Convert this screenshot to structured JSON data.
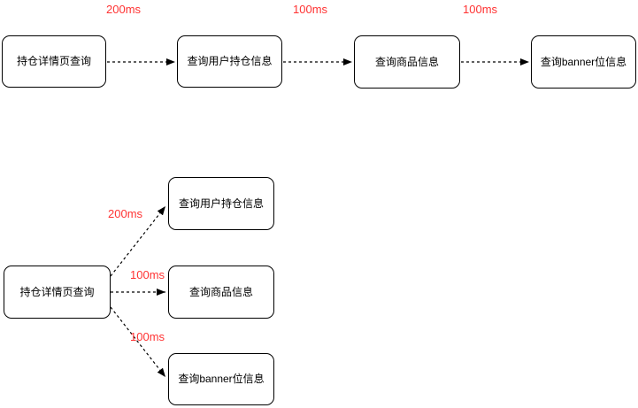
{
  "diagram": {
    "background": "#ffffff",
    "node_border_color": "#000000",
    "edge_color": "#000000",
    "latency_color": "#FF3333",
    "top_flow": {
      "description": "sequential-call-chain",
      "nodes": [
        {
          "label": "持仓详情页查询"
        },
        {
          "label": "查询用户持仓信息"
        },
        {
          "label": "查询商品信息"
        },
        {
          "label": "查询banner位信息"
        }
      ],
      "edge_labels": [
        "200ms",
        "100ms",
        "100ms"
      ]
    },
    "bottom_flow": {
      "description": "parallel-fan-out",
      "source": {
        "label": "持仓详情页查询"
      },
      "targets": [
        {
          "label": "查询用户持仓信息",
          "latency": "200ms"
        },
        {
          "label": "查询商品信息",
          "latency": "100ms"
        },
        {
          "label": "查询banner位信息",
          "latency": "100ms"
        }
      ]
    }
  }
}
